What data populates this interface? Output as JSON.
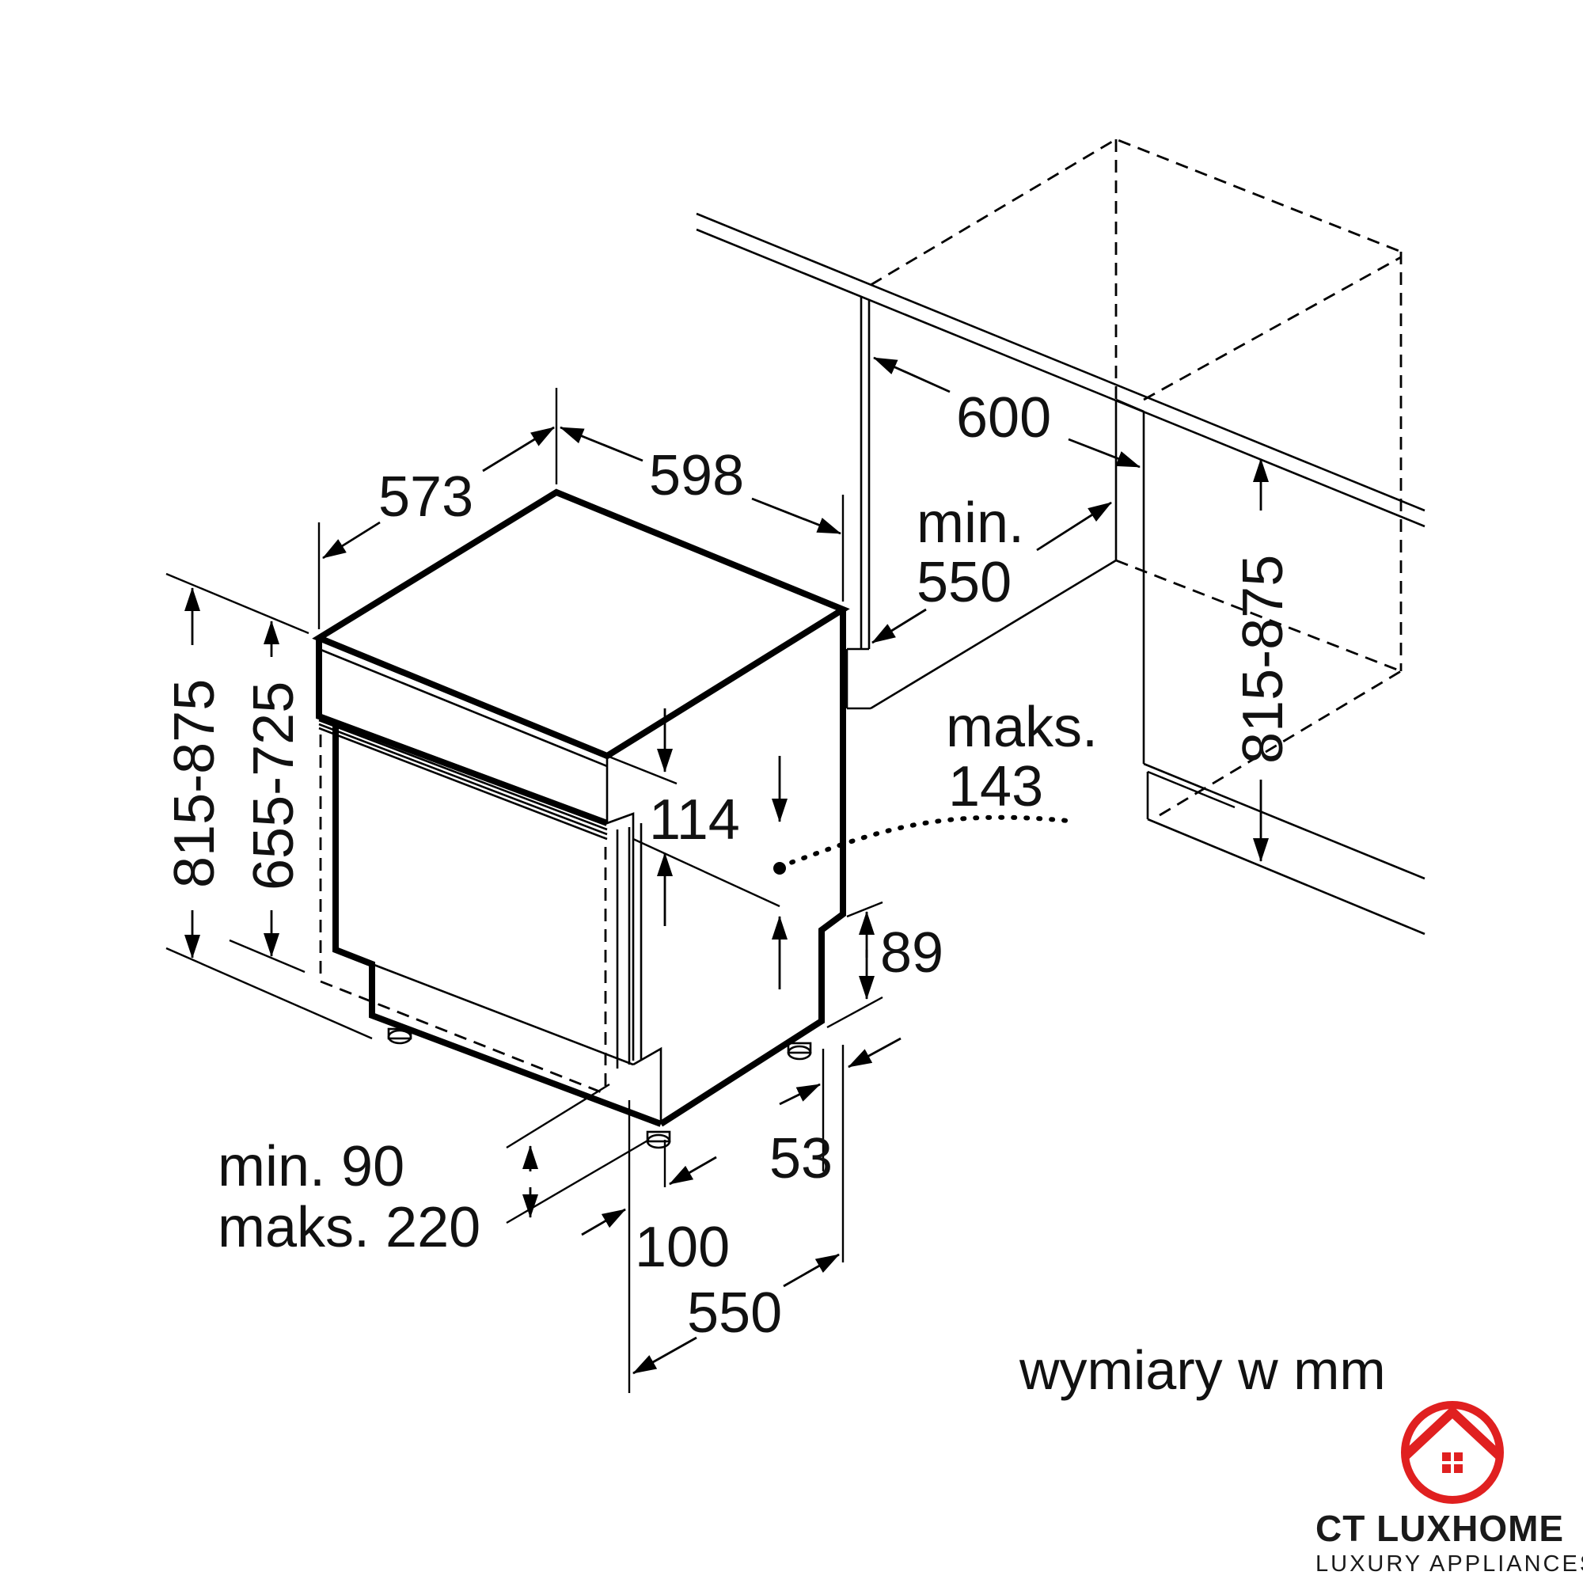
{
  "dimensions": {
    "width_598": "598",
    "depth_573": "573",
    "niche_600": "600",
    "min_550_min": "min.",
    "min_550_val": "550",
    "height_815_875_left": "815-875",
    "height_655_725": "655-725",
    "height_815_875_right": "815-875",
    "panel_114": "114",
    "maks_143_label": "maks.",
    "maks_143_val": "143",
    "plinth_89": "89",
    "foot_53": "53",
    "plinth_min": "min. 90",
    "plinth_max": "maks. 220",
    "offset_100": "100",
    "depth_550": "550"
  },
  "note": "wymiary w mm",
  "brand": {
    "logo_text": "CT LUXHOME",
    "tagline": "LUXURY APPLIANCES",
    "accent_color": "#e02020"
  }
}
